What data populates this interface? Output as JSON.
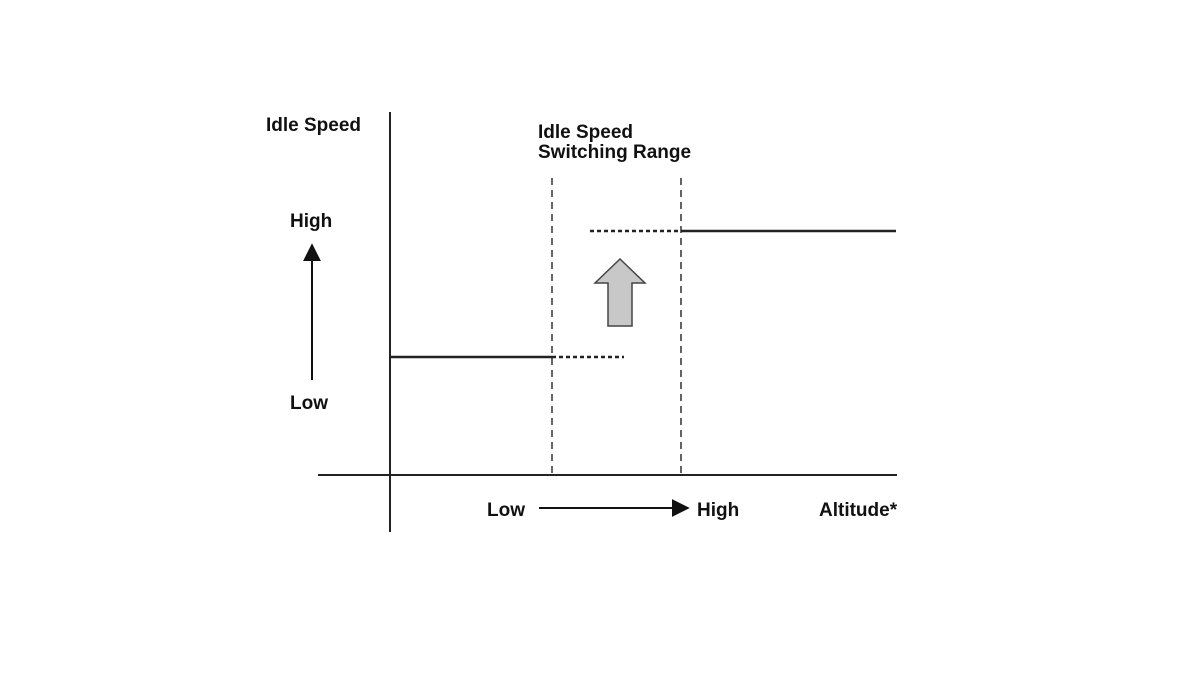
{
  "diagram": {
    "y_axis_title": "Idle Speed",
    "y_high_label": "High",
    "y_low_label": "Low",
    "switching_range_line1": "Idle Speed",
    "switching_range_line2": "Switching Range",
    "x_low_label": "Low",
    "x_high_label": "High",
    "x_axis_title": "Altitude*"
  },
  "colors": {
    "line": "#222222",
    "arrow_fill": "#c8c8c8",
    "arrow_stroke": "#444444",
    "background": "#ffffff"
  },
  "icons": {
    "shift_arrow": "up-block-arrow-icon",
    "x_direction_arrow": "right-arrow-icon",
    "y_direction_arrow": "up-arrow-icon"
  }
}
